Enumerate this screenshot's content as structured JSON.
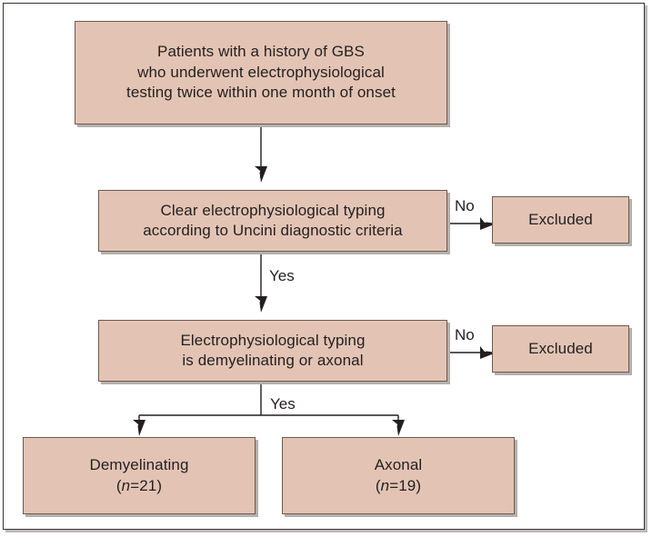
{
  "diagram": {
    "type": "flowchart",
    "title": "GBS electrophysiological typing flowchart",
    "colors": {
      "node_fill": "#e3c4b4",
      "node_border": "#6b5a52",
      "line": "#231f20",
      "frame": "#3a3230",
      "shadow": "#b5b0ad",
      "background": "#ffffff"
    },
    "nodes": [
      {
        "id": "population",
        "lines": [
          "Patients with a history of GBS",
          "who underwent electrophysiological",
          "testing twice within one month of onset"
        ]
      },
      {
        "id": "decision-1",
        "lines": [
          "Clear electrophysiological typing",
          "according to Uncini diagnostic criteria"
        ]
      },
      {
        "id": "excluded-1",
        "lines": [
          "Excluded"
        ]
      },
      {
        "id": "decision-2",
        "lines": [
          "Electrophysiological typing",
          "is demyelinating or axonal"
        ]
      },
      {
        "id": "excluded-2",
        "lines": [
          "Excluded"
        ]
      },
      {
        "id": "demyelinating",
        "lines": [
          "Demyelinating"
        ],
        "count_prefix": "(",
        "count_symbol": "n",
        "count_value": "=21)"
      },
      {
        "id": "axonal",
        "lines": [
          "Axonal"
        ],
        "count_prefix": "(",
        "count_symbol": "n",
        "count_value": "=19)"
      }
    ],
    "edge_labels": {
      "no_1": "No",
      "yes_1": "Yes",
      "no_2": "No",
      "yes_2": "Yes"
    }
  }
}
